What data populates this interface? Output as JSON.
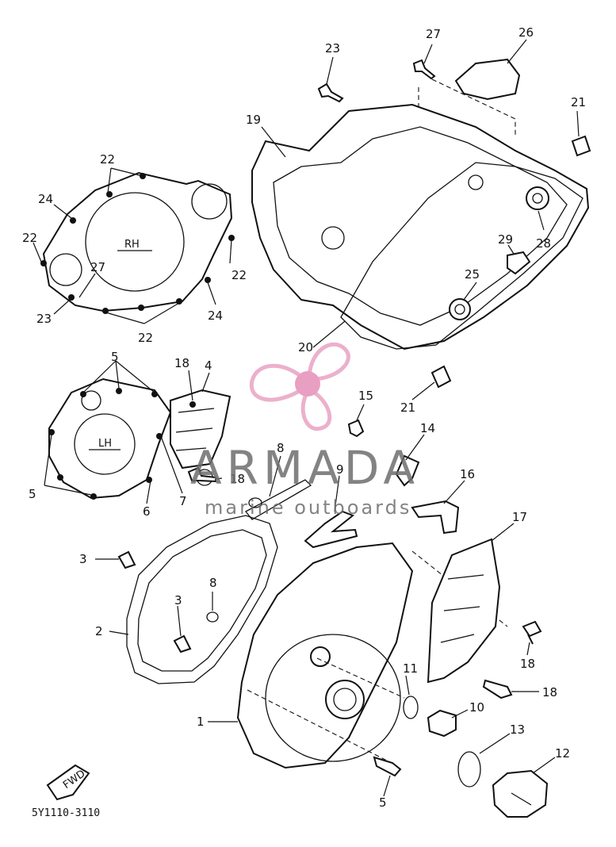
{
  "watermark": {
    "brand": "ARMADA",
    "tagline": "marine outboards",
    "logo_color": "#e9a3c4",
    "logo_center_color": "#e58fb8"
  },
  "diagram_code": "5Y1110-3110",
  "cover_labels": {
    "rh": "RH",
    "lh": "LH",
    "fwd": "FWD"
  },
  "callouts": {
    "c1": "1",
    "c2": "2",
    "c3a": "3",
    "c3b": "3",
    "c4": "4",
    "c5a": "5",
    "c5b": "5",
    "c5c": "5",
    "c6": "6",
    "c7": "7",
    "c8a": "8",
    "c8b": "8",
    "c9": "9",
    "c10": "10",
    "c11": "11",
    "c12": "12",
    "c13": "13",
    "c14": "14",
    "c15": "15",
    "c16": "16",
    "c17": "17",
    "c18a": "18",
    "c18b": "18",
    "c18c": "18",
    "c18d": "18",
    "c19": "19",
    "c20": "20",
    "c21a": "21",
    "c21b": "21",
    "c22a": "22",
    "c22b": "22",
    "c22c": "22",
    "c22d": "22",
    "c23a": "23",
    "c23b": "23",
    "c24a": "24",
    "c24b": "24",
    "c25": "25",
    "c26": "26",
    "c27a": "27",
    "c27b": "27",
    "c28": "28",
    "c29": "29"
  }
}
